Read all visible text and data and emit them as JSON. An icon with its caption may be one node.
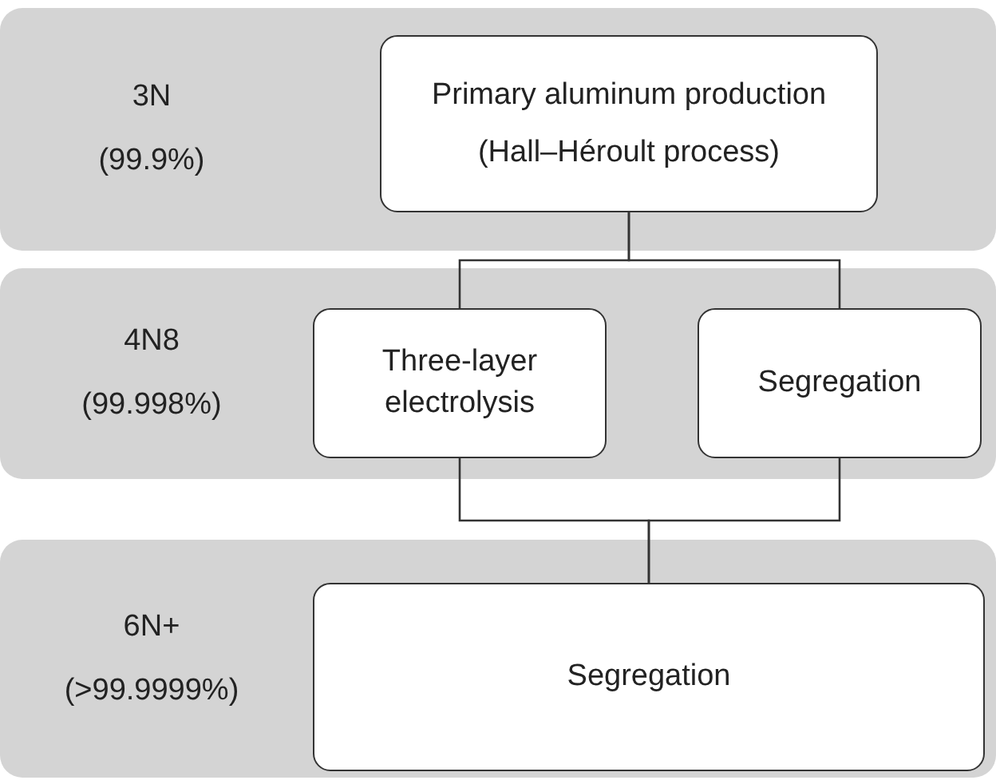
{
  "diagram": {
    "nodes": [
      {
        "text": [
          "3N",
          "(99.9%)"
        ]
      },
      {
        "text": [
          "Primary aluminum production",
          "(Hall–Héroult process)"
        ],
        "in": 0
      },
      {
        "text": [
          "4N8",
          "(99.998%)"
        ]
      },
      {
        "text": [
          "Three-layer electrolysis"
        ],
        "in": 2
      },
      {
        "text": [
          "Segregation"
        ],
        "in": 2
      },
      {
        "text": [
          "6N+",
          "(>99.9999%)"
        ]
      },
      {
        "text": [
          "Segregation"
        ],
        "in": 5
      }
    ],
    "edges": [
      {
        "from": 1,
        "to": 3,
        "arrow": "none"
      },
      {
        "from": 1,
        "to": 4,
        "arrow": "none"
      },
      {
        "from": 3,
        "to": 6,
        "arrow": "none"
      },
      {
        "from": 4,
        "to": 6,
        "arrow": "none"
      }
    ]
  }
}
